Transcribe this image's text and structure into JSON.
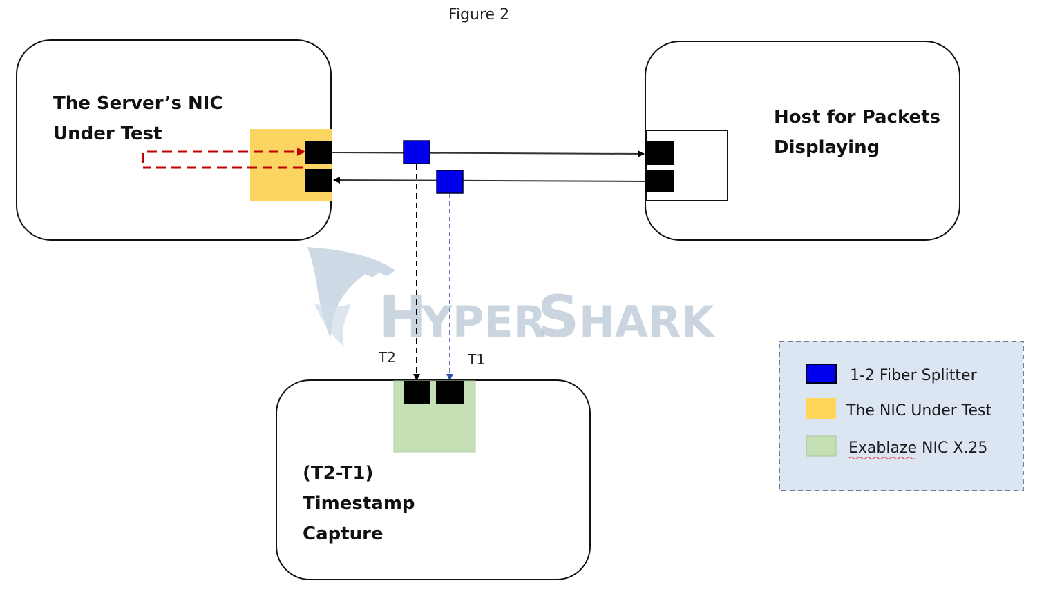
{
  "figure": {
    "title": "Figure 2"
  },
  "boxes": {
    "server": {
      "label_line1": "The Server’s NIC",
      "label_line2": "Under Test"
    },
    "host": {
      "label_line1": "Host for Packets",
      "label_line2": "Displaying"
    },
    "capture": {
      "label_line1": "(T2-T1)",
      "label_line2": "Timestamp",
      "label_line3": "Capture"
    }
  },
  "ports": {
    "t2": "T2",
    "t1": "T1"
  },
  "watermark": {
    "text_big1": "H",
    "text_small1": "YPER",
    "text_big2": "S",
    "text_small2": "HARK"
  },
  "legend": {
    "items": [
      {
        "label": "1-2 Fiber Splitter",
        "color": "#0000ee",
        "icon": "fiber-splitter-swatch"
      },
      {
        "label": "The NIC Under Test",
        "color": "#ffd55a",
        "icon": "nic-under-test-swatch"
      },
      {
        "label": "Exablaze NIC X.25",
        "color": "#c5dfb4",
        "icon": "exablaze-nic-swatch"
      }
    ]
  },
  "colors": {
    "splitter": "#0000ee",
    "nic_under_test": "#fcd462",
    "exablaze_nic": "#c5e0b4",
    "loopback": "#c00000",
    "legend_bg": "#dce6f2",
    "t1_line": "#2f4fa8"
  }
}
